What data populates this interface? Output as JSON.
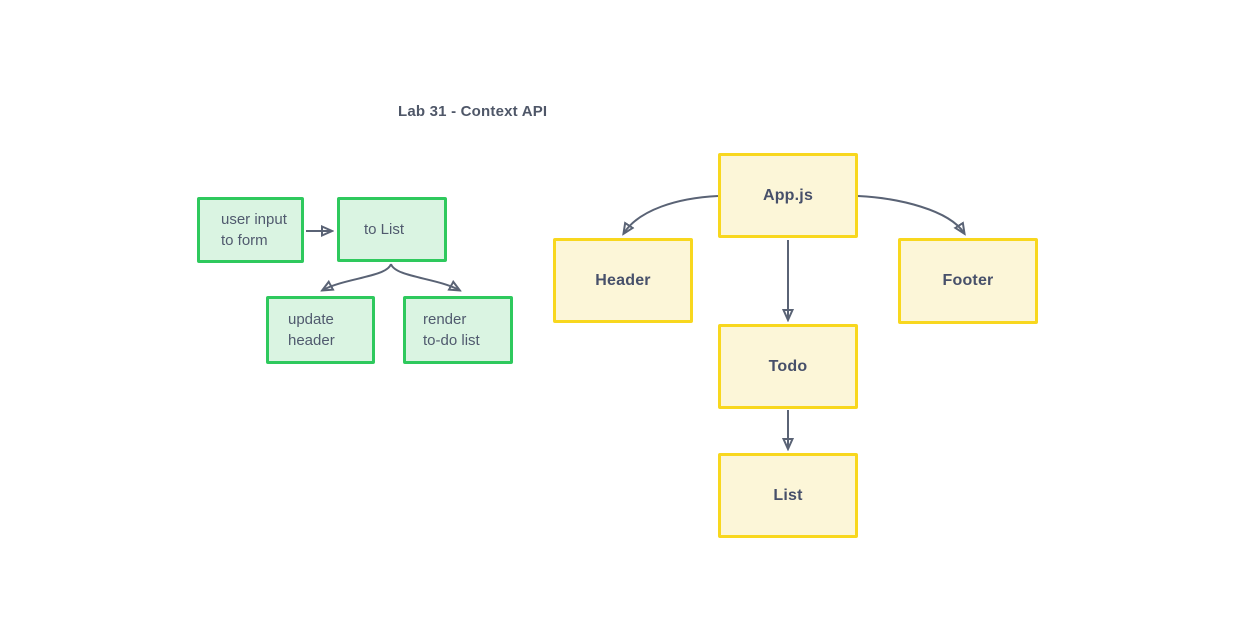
{
  "title": "Lab 31 - Context API",
  "colors": {
    "background": "#ffffff",
    "green_node_fill": "#daf4e2",
    "green_node_border": "#2ec95d",
    "yellow_node_fill": "#fcf6d8",
    "yellow_node_border": "#f8d71e",
    "arrow": "#5a6375",
    "text": "#47506a"
  },
  "flow_nodes": {
    "user_input": {
      "label": "user input\nto form"
    },
    "to_list": {
      "label": "to List"
    },
    "update_header": {
      "label": "update\nheader"
    },
    "render_todo": {
      "label": "render\nto-do list"
    }
  },
  "component_nodes": {
    "app": {
      "label": "App.js"
    },
    "header": {
      "label": "Header"
    },
    "footer": {
      "label": "Footer"
    },
    "todo": {
      "label": "Todo"
    },
    "list": {
      "label": "List"
    }
  },
  "edges": [
    {
      "from": "user_input",
      "to": "to_list"
    },
    {
      "from": "to_list",
      "to": "update_header"
    },
    {
      "from": "to_list",
      "to": "render_todo"
    },
    {
      "from": "app",
      "to": "header"
    },
    {
      "from": "app",
      "to": "footer"
    },
    {
      "from": "app",
      "to": "todo"
    },
    {
      "from": "todo",
      "to": "list"
    }
  ]
}
